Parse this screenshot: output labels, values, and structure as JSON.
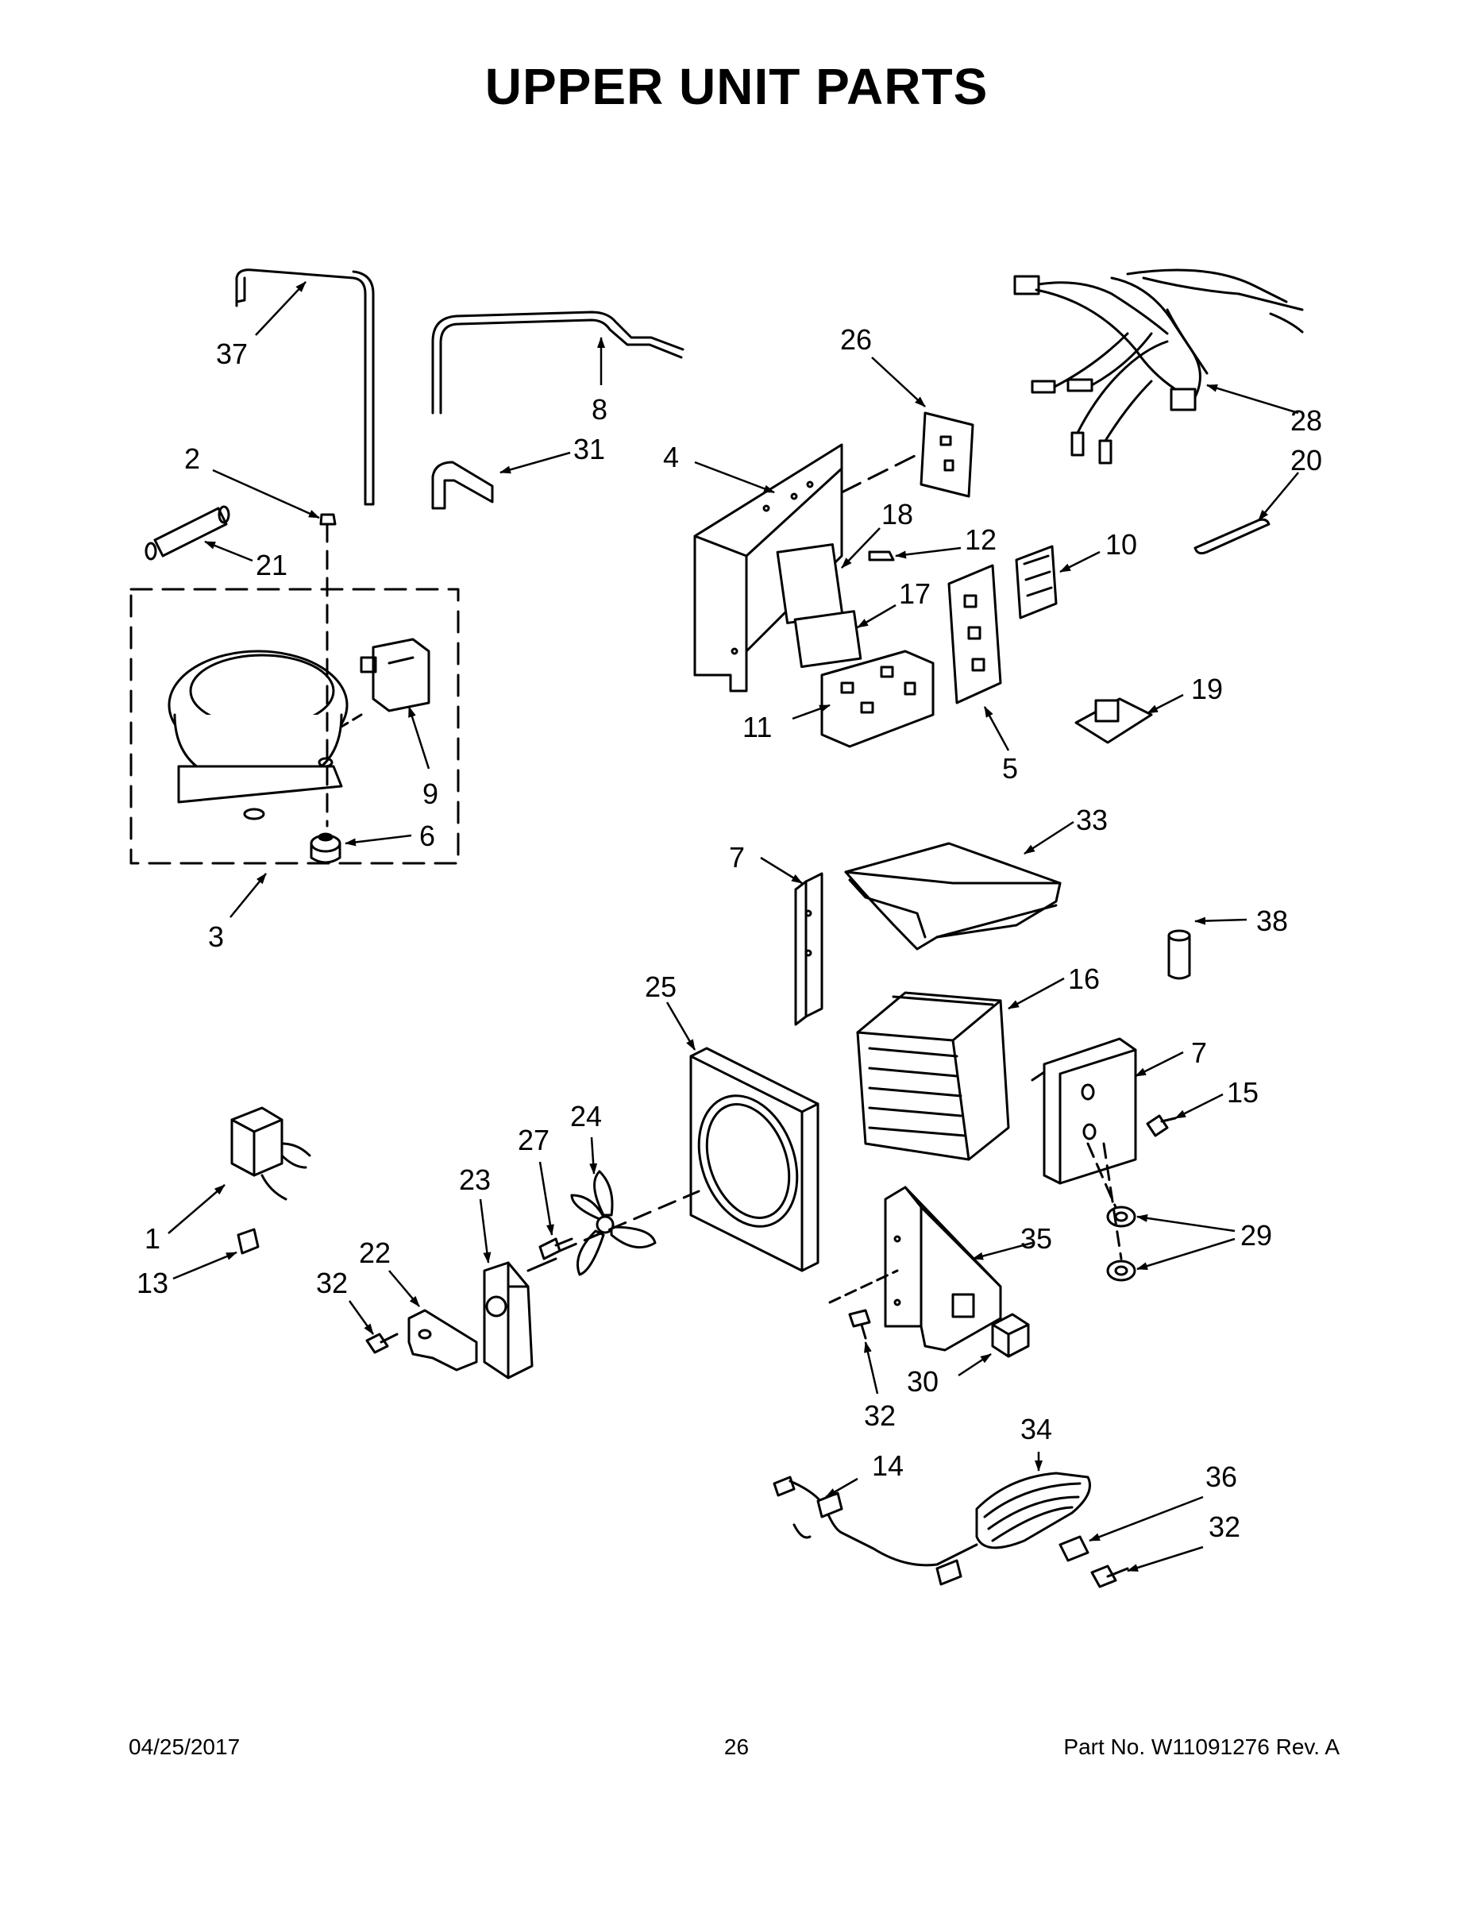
{
  "title": "UPPER UNIT PARTS",
  "footer": {
    "date": "04/25/2017",
    "page": "26",
    "part_no": "Part No.  W11091276  Rev.  A"
  },
  "callouts": {
    "c1": "1",
    "c2": "2",
    "c3": "3",
    "c4": "4",
    "c5": "5",
    "c6": "6",
    "c7a": "7",
    "c7b": "7",
    "c8": "8",
    "c9": "9",
    "c10": "10",
    "c11": "11",
    "c12": "12",
    "c13": "13",
    "c14": "14",
    "c15": "15",
    "c16": "16",
    "c17": "17",
    "c18": "18",
    "c19": "19",
    "c20": "20",
    "c21": "21",
    "c22": "22",
    "c23": "23",
    "c24": "24",
    "c25": "25",
    "c26": "26",
    "c27": "27",
    "c28": "28",
    "c29": "29",
    "c30": "30",
    "c31": "31",
    "c32a": "32",
    "c32b": "32",
    "c32c": "32",
    "c33": "33",
    "c34": "34",
    "c35": "35",
    "c36": "36",
    "c37": "37",
    "c38": "38"
  }
}
